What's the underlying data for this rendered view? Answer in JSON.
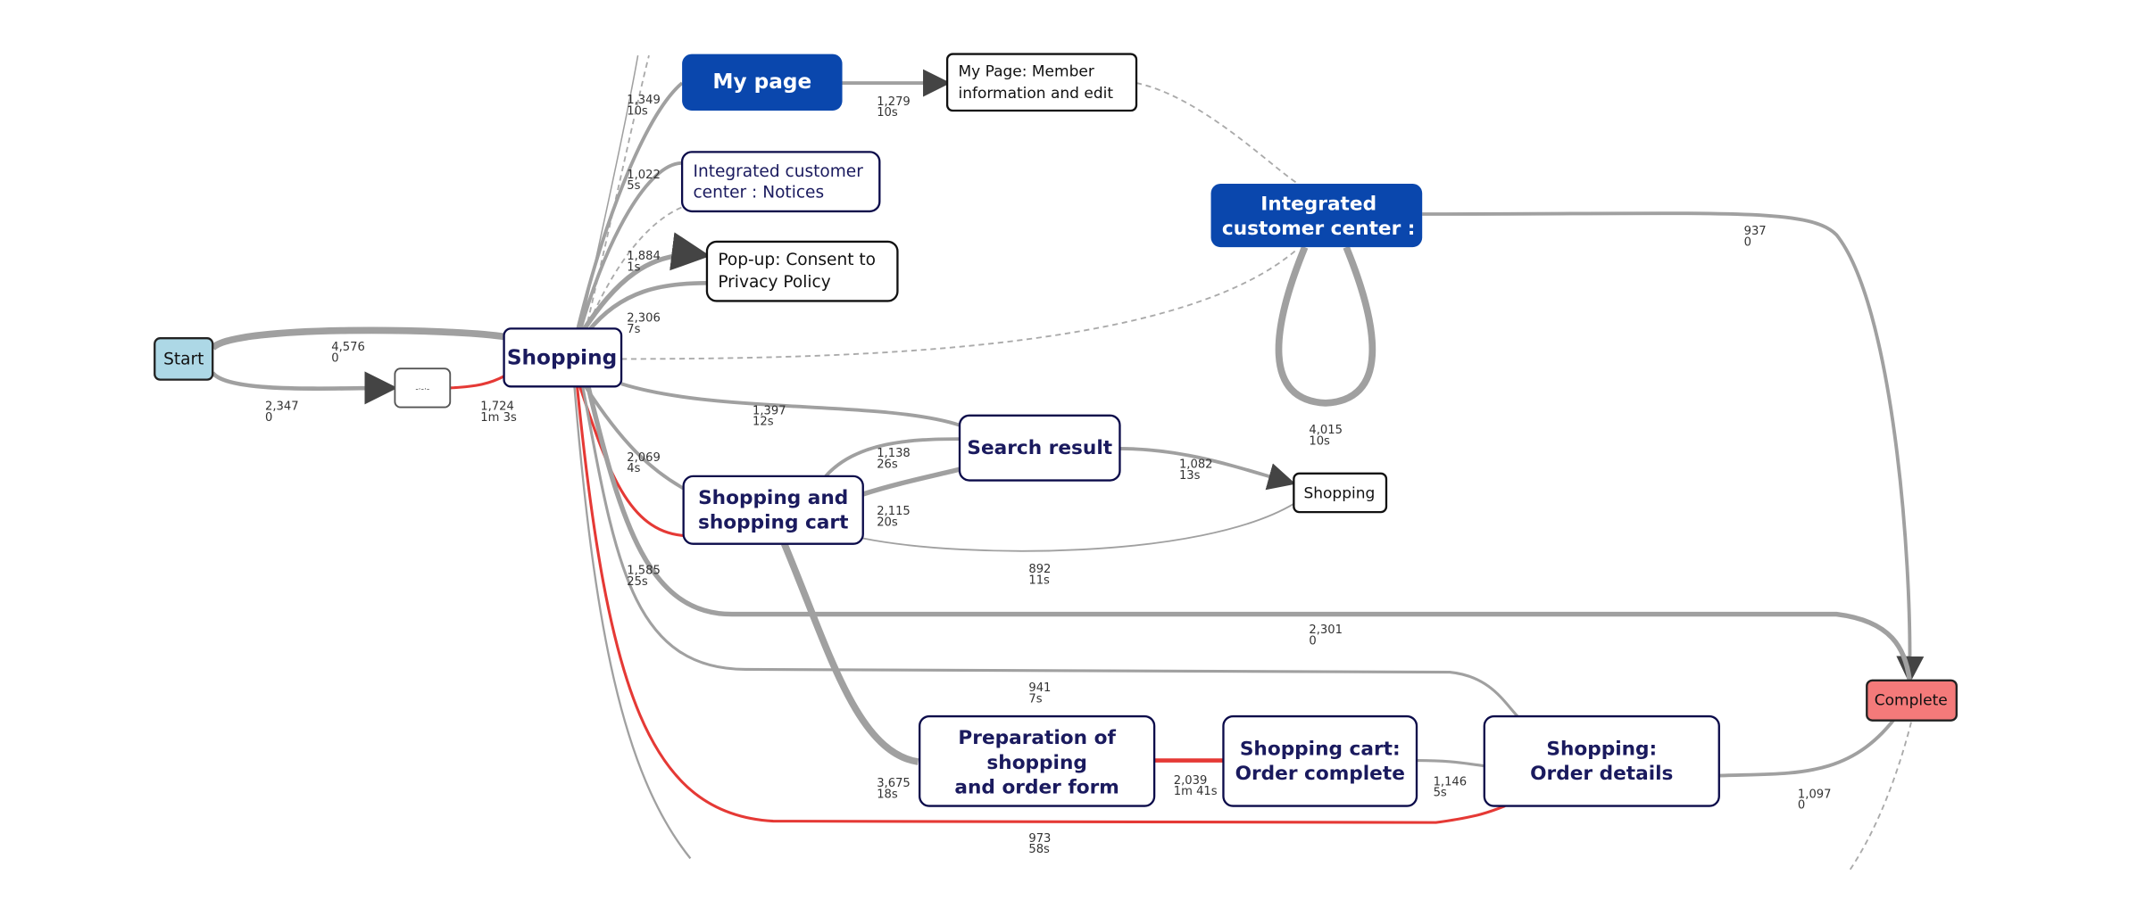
{
  "colors": {
    "start": "#add8e6",
    "complete": "#f47a7a",
    "highlight_node": "#0a47ad",
    "critical_edge": "#e53935",
    "edge": "#a0a0a0"
  },
  "nodes": {
    "start": "Start",
    "hidden": "-·-·-",
    "shopping": "Shopping",
    "my_page": "My page",
    "my_page_member": [
      "My Page: Member",
      "information and edit"
    ],
    "icc_notices": [
      "Integrated customer",
      "center : Notices"
    ],
    "popup": [
      "Pop-up: Consent to",
      "Privacy Policy"
    ],
    "icc": [
      "Integrated",
      "customer center :"
    ],
    "search_result": "Search result",
    "shopping2": "Shopping",
    "shopping_cart": [
      "Shopping and",
      "shopping cart"
    ],
    "prep": [
      "Preparation of",
      "shopping",
      "and order form"
    ],
    "order_complete": [
      "Shopping cart:",
      "Order complete"
    ],
    "order_details": [
      "Shopping:",
      "Order details"
    ],
    "complete": "Complete"
  },
  "edges": [
    {
      "count": "4,576",
      "time": "0"
    },
    {
      "count": "2,347",
      "time": "0"
    },
    {
      "count": "1,724",
      "time": "1m 3s"
    },
    {
      "count": "1,349",
      "time": "10s"
    },
    {
      "count": "1,279",
      "time": "10s"
    },
    {
      "count": "1,022",
      "time": "5s"
    },
    {
      "count": "1,884",
      "time": "1s"
    },
    {
      "count": "2,306",
      "time": "7s"
    },
    {
      "count": "937",
      "time": "0"
    },
    {
      "count": "4,015",
      "time": "10s"
    },
    {
      "count": "1,397",
      "time": "12s"
    },
    {
      "count": "1,138",
      "time": "26s"
    },
    {
      "count": "2,069",
      "time": "4s"
    },
    {
      "count": "1,082",
      "time": "13s"
    },
    {
      "count": "2,115",
      "time": "20s"
    },
    {
      "count": "892",
      "time": "11s"
    },
    {
      "count": "1,585",
      "time": "25s"
    },
    {
      "count": "2,301",
      "time": "0"
    },
    {
      "count": "941",
      "time": "7s"
    },
    {
      "count": "3,675",
      "time": "18s"
    },
    {
      "count": "2,039",
      "time": "1m 41s"
    },
    {
      "count": "1,146",
      "time": "5s"
    },
    {
      "count": "1,097",
      "time": "0"
    },
    {
      "count": "973",
      "time": "58s"
    }
  ]
}
